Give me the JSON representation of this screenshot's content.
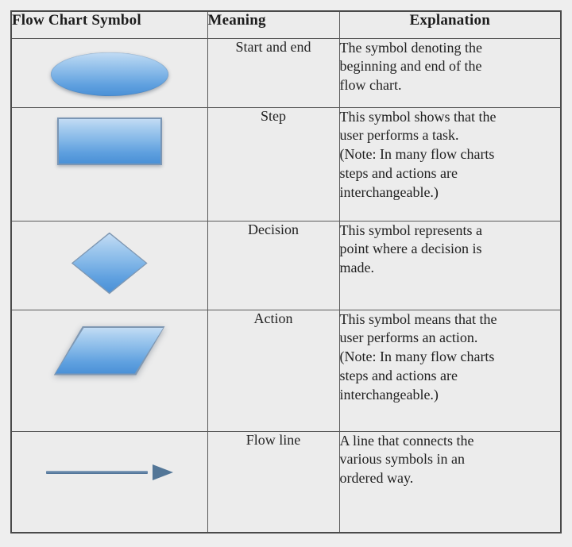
{
  "table": {
    "headers": {
      "symbol": "Flow Chart Symbol",
      "meaning": "Meaning",
      "explanation": "Explanation"
    },
    "rows": [
      {
        "symbol_name": "ellipse-shape",
        "meaning": "Start and end",
        "explanation_lines": [
          "The symbol denoting the",
          "beginning and end of the",
          "flow chart."
        ]
      },
      {
        "symbol_name": "rectangle-shape",
        "meaning": "Step",
        "explanation_lines": [
          "This symbol shows that the",
          "user performs a task.",
          "(Note: In many flow charts",
          "steps and actions are",
          "interchangeable.)"
        ]
      },
      {
        "symbol_name": "diamond-shape",
        "meaning": "Decision",
        "explanation_lines": [
          "This symbol represents a",
          "point where a decision is",
          "made."
        ]
      },
      {
        "symbol_name": "parallelogram-shape",
        "meaning": "Action",
        "explanation_lines": [
          "This symbol means that the",
          "user performs an action.",
          "(Note: In many flow charts",
          "steps and actions are",
          "interchangeable.)"
        ]
      },
      {
        "symbol_name": "arrow-shape",
        "meaning": "Flow line",
        "explanation_lines": [
          "A line that connects the",
          "various symbols in an",
          "ordered way."
        ]
      }
    ]
  },
  "colors": {
    "page_background": "#eeeeee",
    "cell_background": "#ececec",
    "border": "#5a5a5a",
    "outer_border": "#4a4a4a",
    "shape_fill_top": "#c3dcf4",
    "shape_fill_bottom": "#4a90d6",
    "shape_outline": "#7f98b3",
    "arrow": "#537697",
    "text": "#1f1f1f"
  }
}
